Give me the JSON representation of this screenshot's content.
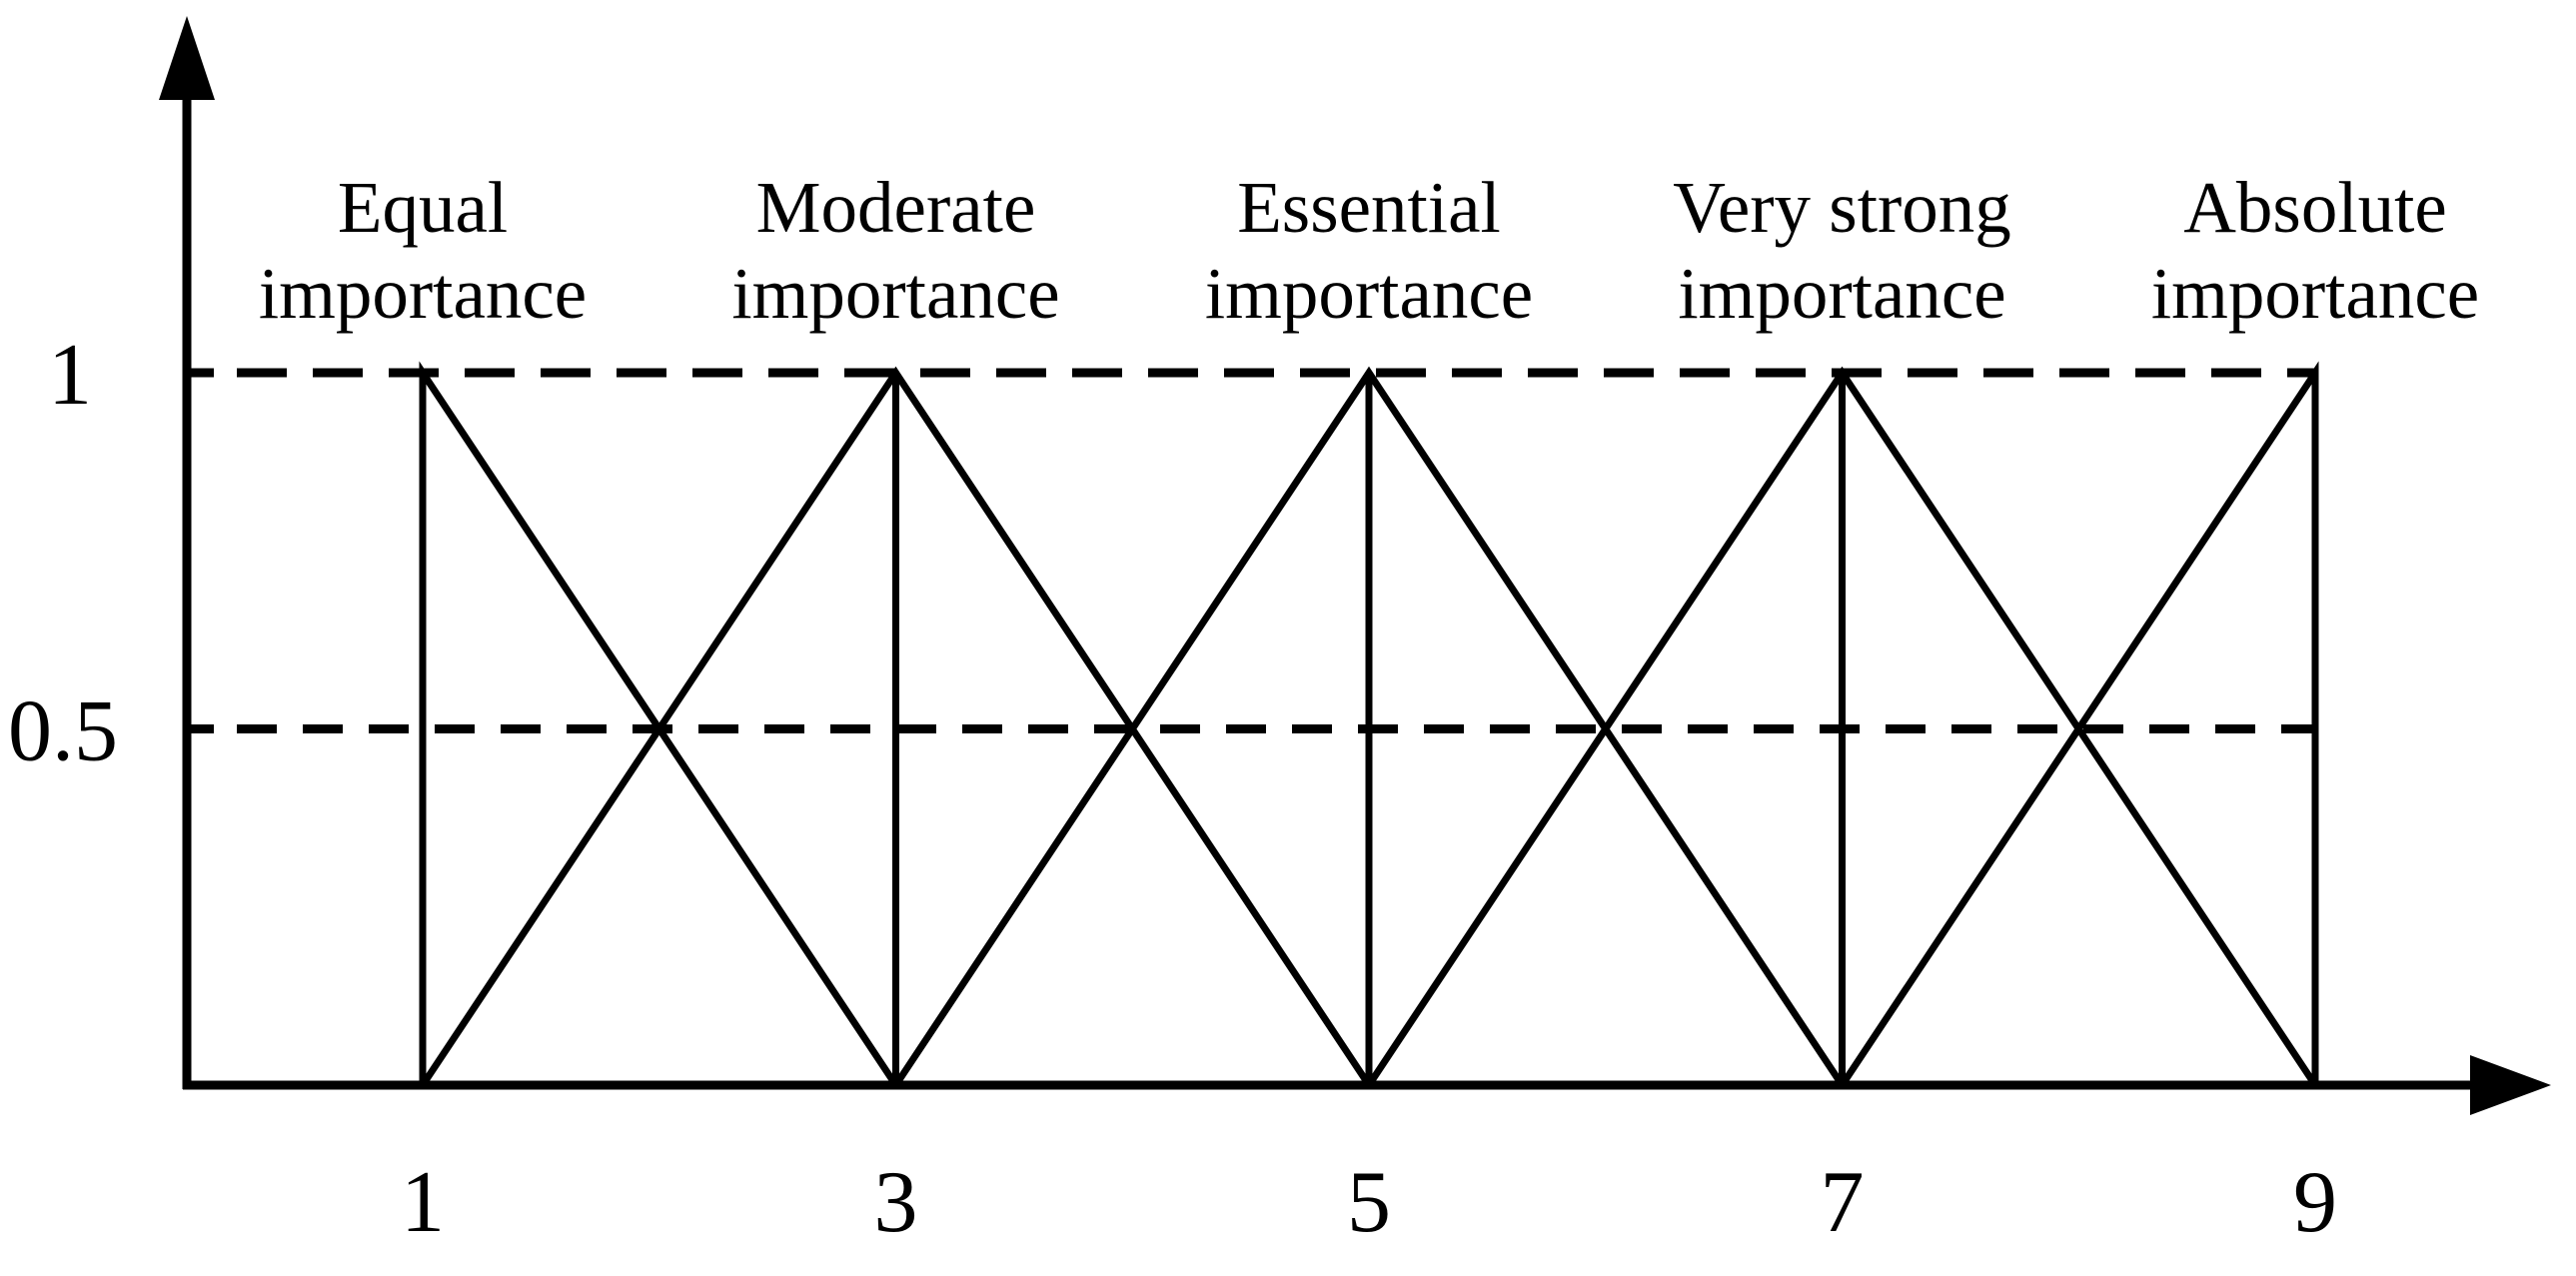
{
  "colors": {
    "ink": "#000000",
    "background": "#ffffff"
  },
  "chart_data": {
    "type": "line",
    "title": "",
    "xlabel": "",
    "ylabel": "",
    "xlim": [
      0,
      10
    ],
    "ylim": [
      0,
      1.15
    ],
    "grid": "off",
    "legend": "none",
    "x_axis": {
      "ticks": [
        {
          "value": 1,
          "label": "1"
        },
        {
          "value": 3,
          "label": "3"
        },
        {
          "value": 5,
          "label": "5"
        },
        {
          "value": 7,
          "label": "7"
        },
        {
          "value": 9,
          "label": "9"
        }
      ]
    },
    "y_axis": {
      "ticks": [
        {
          "value": 1,
          "label": "1"
        },
        {
          "value": 0.5,
          "label": "0.5"
        }
      ]
    },
    "reference_lines": [
      {
        "y": 1.0,
        "style": "dashed"
      },
      {
        "y": 0.5,
        "style": "dashed"
      }
    ],
    "series": [
      {
        "name": "equal-importance",
        "label_lines": [
          "Equal",
          "importance"
        ],
        "peak": 1,
        "points": [
          [
            1,
            0
          ],
          [
            1,
            1
          ],
          [
            3,
            0
          ]
        ]
      },
      {
        "name": "moderate-importance",
        "label_lines": [
          "Moderate",
          "importance"
        ],
        "peak": 3,
        "points": [
          [
            1,
            0
          ],
          [
            3,
            1
          ],
          [
            5,
            0
          ]
        ]
      },
      {
        "name": "essential-importance",
        "label_lines": [
          "Essential",
          "importance"
        ],
        "peak": 5,
        "points": [
          [
            3,
            0
          ],
          [
            5,
            1
          ],
          [
            7,
            0
          ]
        ]
      },
      {
        "name": "very-strong-importance",
        "label_lines": [
          "Very strong",
          "importance"
        ],
        "peak": 7,
        "points": [
          [
            5,
            0
          ],
          [
            7,
            1
          ],
          [
            9,
            0
          ]
        ]
      },
      {
        "name": "absolute-importance",
        "label_lines": [
          "Absolute",
          "importance"
        ],
        "peak": 9,
        "points": [
          [
            7,
            0
          ],
          [
            9,
            1
          ],
          [
            9,
            0
          ]
        ]
      }
    ],
    "peak_drop_lines": [
      1,
      3,
      5,
      7,
      9
    ]
  }
}
